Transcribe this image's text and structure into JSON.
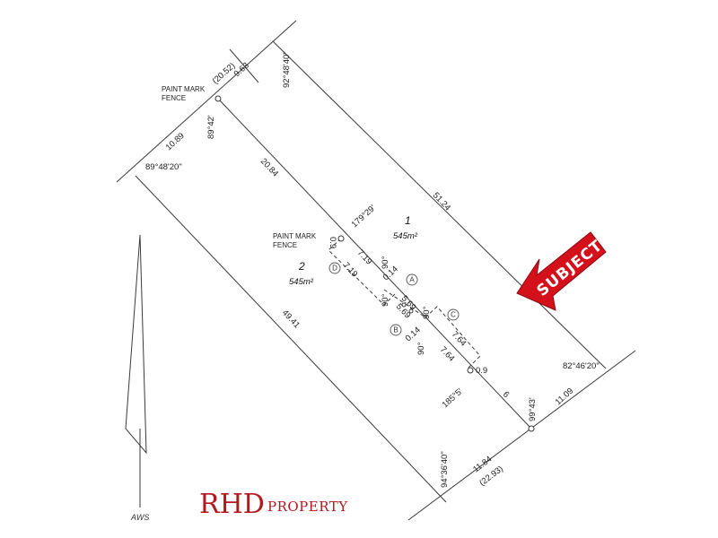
{
  "lots": [
    {
      "number": "1",
      "area": "545m²"
    },
    {
      "number": "2",
      "area": "545m²"
    }
  ],
  "notes": {
    "paint_mark_top": [
      "PAINT MARK",
      "FENCE"
    ],
    "paint_mark_mid": [
      "PAINT MARK",
      "FENCE"
    ]
  },
  "dimensions": {
    "top_left_10_89": "10.89",
    "top_20_52": "(20.52)",
    "top_9_63": "9.63",
    "bearing_92_48_40": "92°48'40\"",
    "bearing_89_42": "89°42'",
    "bearing_89_48_20": "89°48'20\"",
    "side_20_84": "20.84",
    "side_51_24": "51.24",
    "bearing_179_29": "179°29'",
    "mid_0_9_left": "0.9",
    "mid_7_19_a": "7.19",
    "mid_7_19_b": "7.19",
    "mid_90_1": "90°",
    "mid_0_14_a": "0.14",
    "mid_90_2": "90°",
    "mid_5_69_a": "5.69",
    "mid_5_69_b": "5.69",
    "mid_90_3": "90°",
    "mid_0_14_b": "0.14",
    "mid_90_4": "90°",
    "mid_7_64_a": "7.64",
    "mid_7_64_b": "7.64",
    "mid_0_9_right": "0.9",
    "side_49_41": "49.41",
    "bearing_185_5": "185°5'",
    "mid_6": "6",
    "bearing_82_46_20": "82°46'20\"",
    "bearing_99_43": "99°43'",
    "bottom_11_09": "11.09",
    "bottom_11_84": "11.84",
    "bottom_22_93": "(22.93)",
    "bearing_94_36_40": "94°36'40\""
  },
  "markers": [
    "A",
    "B",
    "C",
    "D"
  ],
  "subject_label": "SUBJECT",
  "north_label": "AWS",
  "logo": {
    "initials": "RHD",
    "word": "PROPERTY"
  },
  "colors": {
    "subject_arrow": "#d4101b",
    "logo": "#b3181d",
    "lines": "#3a3a3a"
  }
}
